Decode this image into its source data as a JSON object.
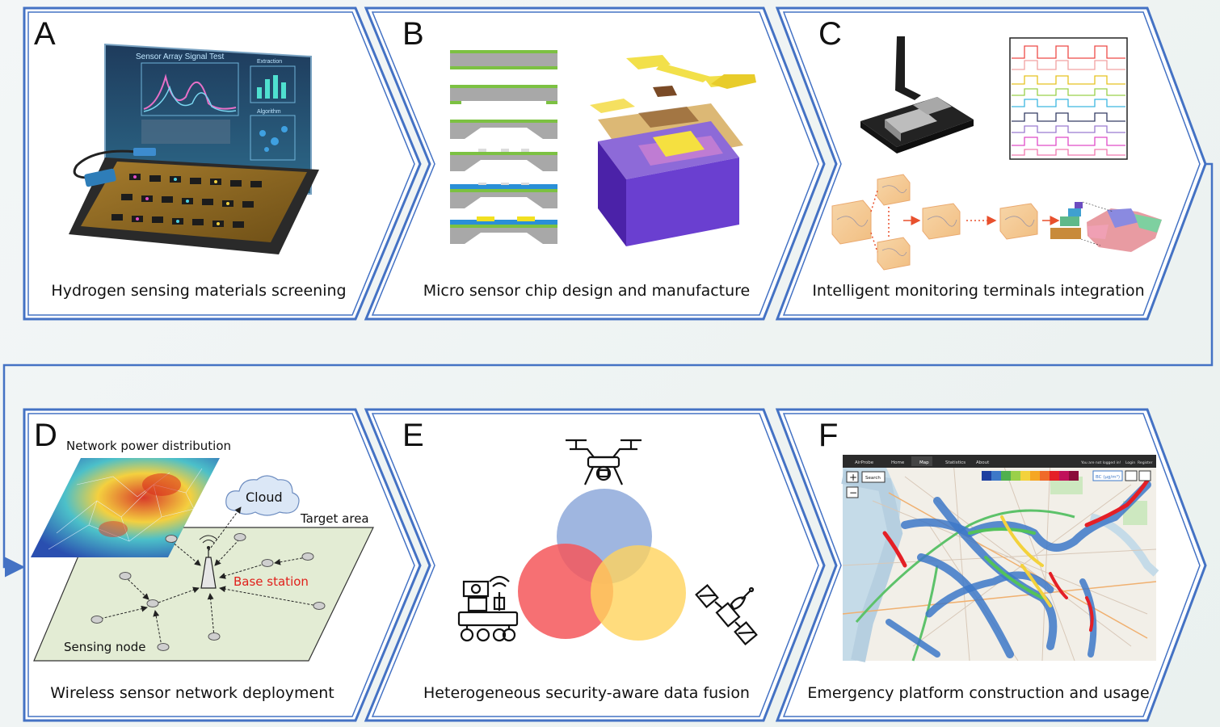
{
  "panels": [
    {
      "letter": "A",
      "caption": "Hydrogen sensing materials screening"
    },
    {
      "letter": "B",
      "caption": "Micro sensor chip design and manufacture"
    },
    {
      "letter": "C",
      "caption": "Intelligent monitoring terminals integration"
    },
    {
      "letter": "D",
      "caption": "Wireless sensor network deployment"
    },
    {
      "letter": "E",
      "caption": "Heterogeneous security-aware data fusion"
    },
    {
      "letter": "F",
      "caption": "Emergency platform construction and usage"
    }
  ],
  "panel_a": {
    "screen_title": "Sensor Array Signal Test",
    "side_top": "Extraction",
    "side_bottom": "Algorithm"
  },
  "panel_d": {
    "network_power": "Network power distribution",
    "cloud": "Cloud",
    "target_area": "Target area",
    "base_station": "Base station",
    "sensing_node": "Sensing node"
  },
  "panel_f": {
    "nav_brand": "AirProbe",
    "nav_home": "Home",
    "nav_map": "Map",
    "nav_statistics": "Statistics",
    "nav_about": "About",
    "nav_status": "You are not logged in!",
    "nav_login": "Login",
    "nav_register": "Register",
    "search_label": "Search",
    "unit_label": "BC (μg/m³)",
    "zoom_in": "+",
    "zoom_out": "−"
  },
  "colors": {
    "frame_blue": "#4472c4",
    "base_station_red": "#e0201b",
    "venn_blue": "#8ea9db",
    "venn_red": "#f4575b",
    "venn_yellow": "#ffd35c",
    "chip_purple": "#5a2fc0",
    "film_green": "#7cc142"
  }
}
